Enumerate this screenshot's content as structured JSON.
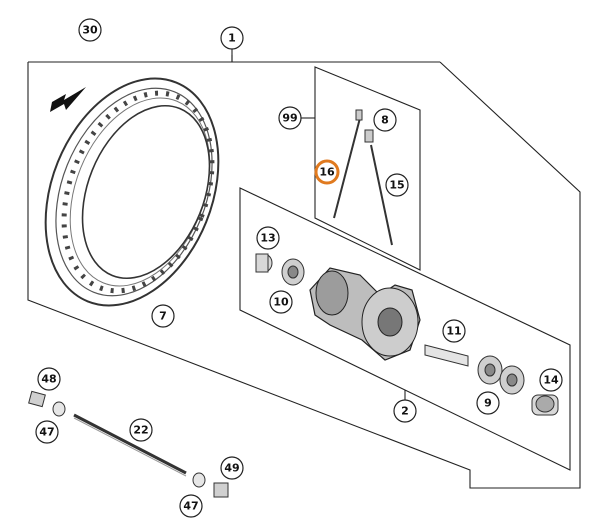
{
  "diagram": {
    "callouts": [
      {
        "id": "c30",
        "label": "30"
      },
      {
        "id": "c1",
        "label": "1"
      },
      {
        "id": "c99",
        "label": "99"
      },
      {
        "id": "c8",
        "label": "8"
      },
      {
        "id": "c16",
        "label": "16",
        "highlight": true
      },
      {
        "id": "c15",
        "label": "15"
      },
      {
        "id": "c13",
        "label": "13"
      },
      {
        "id": "c10",
        "label": "10"
      },
      {
        "id": "c7",
        "label": "7"
      },
      {
        "id": "c11",
        "label": "11"
      },
      {
        "id": "c14",
        "label": "14"
      },
      {
        "id": "c9",
        "label": "9"
      },
      {
        "id": "c2",
        "label": "2"
      },
      {
        "id": "c48",
        "label": "48"
      },
      {
        "id": "c47a",
        "label": "47"
      },
      {
        "id": "c22",
        "label": "22"
      },
      {
        "id": "c49",
        "label": "49"
      },
      {
        "id": "c47b",
        "label": "47"
      }
    ],
    "colors": {
      "line": "#222222",
      "highlight": "#e07a1f",
      "part_fill": "#dcdcdc",
      "part_dark": "#9a9a9a"
    },
    "icons": [
      "rotation-arrow-icon"
    ]
  }
}
